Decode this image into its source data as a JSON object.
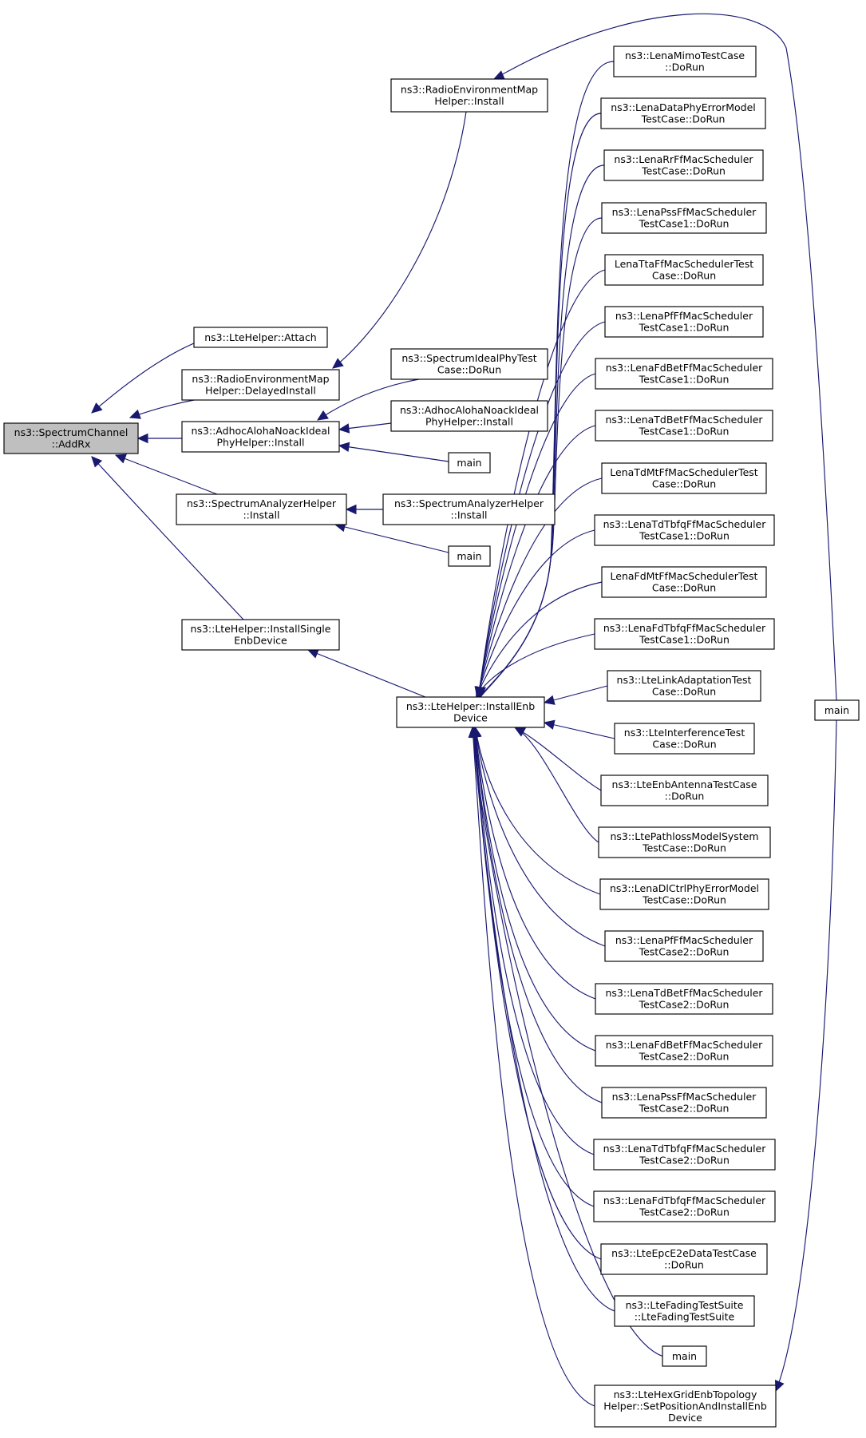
{
  "graph": {
    "edge_color": "#191970",
    "root_fill": "#bfbfbf",
    "nodes": [
      {
        "id": "addrx",
        "lines": [
          "ns3::SpectrumChannel",
          "::AddRx"
        ],
        "root": true
      },
      {
        "id": "attach",
        "lines": [
          "ns3::LteHelper::Attach"
        ]
      },
      {
        "id": "rem_delayed",
        "lines": [
          "ns3::RadioEnvironmentMap",
          "Helper::DelayedInstall"
        ]
      },
      {
        "id": "aloha_install",
        "lines": [
          "ns3::AdhocAlohaNoackIdeal",
          "PhyHelper::Install"
        ]
      },
      {
        "id": "sa_install",
        "lines": [
          "ns3::SpectrumAnalyzerHelper",
          "::Install"
        ]
      },
      {
        "id": "install_single",
        "lines": [
          "ns3::LteHelper::InstallSingle",
          "EnbDevice"
        ]
      },
      {
        "id": "rem_install",
        "lines": [
          "ns3::RadioEnvironmentMap",
          "Helper::Install"
        ]
      },
      {
        "id": "sip_dorun",
        "lines": [
          "ns3::SpectrumIdealPhyTest",
          "Case::DoRun"
        ]
      },
      {
        "id": "aloha_install2",
        "lines": [
          "ns3::AdhocAlohaNoackIdeal",
          "PhyHelper::Install"
        ]
      },
      {
        "id": "main_a",
        "lines": [
          "main"
        ]
      },
      {
        "id": "sa_install2",
        "lines": [
          "ns3::SpectrumAnalyzerHelper",
          "::Install"
        ]
      },
      {
        "id": "main_b",
        "lines": [
          "main"
        ]
      },
      {
        "id": "install_enb",
        "lines": [
          "ns3::LteHelper::InstallEnb",
          "Device"
        ]
      },
      {
        "id": "c1",
        "lines": [
          "ns3::LenaMimoTestCase",
          "::DoRun"
        ]
      },
      {
        "id": "c2",
        "lines": [
          "ns3::LenaDataPhyErrorModel",
          "TestCase::DoRun"
        ]
      },
      {
        "id": "c3",
        "lines": [
          "ns3::LenaRrFfMacScheduler",
          "TestCase::DoRun"
        ]
      },
      {
        "id": "c4",
        "lines": [
          "ns3::LenaPssFfMacScheduler",
          "TestCase1::DoRun"
        ]
      },
      {
        "id": "c5",
        "lines": [
          "LenaTtaFfMacSchedulerTest",
          "Case::DoRun"
        ]
      },
      {
        "id": "c6",
        "lines": [
          "ns3::LenaPfFfMacScheduler",
          "TestCase1::DoRun"
        ]
      },
      {
        "id": "c7",
        "lines": [
          "ns3::LenaFdBetFfMacScheduler",
          "TestCase1::DoRun"
        ]
      },
      {
        "id": "c8",
        "lines": [
          "ns3::LenaTdBetFfMacScheduler",
          "TestCase1::DoRun"
        ]
      },
      {
        "id": "c9",
        "lines": [
          "LenaTdMtFfMacSchedulerTest",
          "Case::DoRun"
        ]
      },
      {
        "id": "c10",
        "lines": [
          "ns3::LenaTdTbfqFfMacScheduler",
          "TestCase1::DoRun"
        ]
      },
      {
        "id": "c11",
        "lines": [
          "LenaFdMtFfMacSchedulerTest",
          "Case::DoRun"
        ]
      },
      {
        "id": "c12",
        "lines": [
          "ns3::LenaFdTbfqFfMacScheduler",
          "TestCase1::DoRun"
        ]
      },
      {
        "id": "c13",
        "lines": [
          "ns3::LteLinkAdaptationTest",
          "Case::DoRun"
        ]
      },
      {
        "id": "c14",
        "lines": [
          "ns3::LteInterferenceTest",
          "Case::DoRun"
        ]
      },
      {
        "id": "c15",
        "lines": [
          "ns3::LteEnbAntennaTestCase",
          "::DoRun"
        ]
      },
      {
        "id": "c16",
        "lines": [
          "ns3::LtePathlossModelSystem",
          "TestCase::DoRun"
        ]
      },
      {
        "id": "c17",
        "lines": [
          "ns3::LenaDlCtrlPhyErrorModel",
          "TestCase::DoRun"
        ]
      },
      {
        "id": "c18",
        "lines": [
          "ns3::LenaPfFfMacScheduler",
          "TestCase2::DoRun"
        ]
      },
      {
        "id": "c19",
        "lines": [
          "ns3::LenaTdBetFfMacScheduler",
          "TestCase2::DoRun"
        ]
      },
      {
        "id": "c20",
        "lines": [
          "ns3::LenaFdBetFfMacScheduler",
          "TestCase2::DoRun"
        ]
      },
      {
        "id": "c21",
        "lines": [
          "ns3::LenaPssFfMacScheduler",
          "TestCase2::DoRun"
        ]
      },
      {
        "id": "c22",
        "lines": [
          "ns3::LenaTdTbfqFfMacScheduler",
          "TestCase2::DoRun"
        ]
      },
      {
        "id": "c23",
        "lines": [
          "ns3::LenaFdTbfqFfMacScheduler",
          "TestCase2::DoRun"
        ]
      },
      {
        "id": "c24",
        "lines": [
          "ns3::LteEpcE2eDataTestCase",
          "::DoRun"
        ]
      },
      {
        "id": "c25",
        "lines": [
          "ns3::LteFadingTestSuite",
          "::LteFadingTestSuite"
        ]
      },
      {
        "id": "main_c",
        "lines": [
          "main"
        ]
      },
      {
        "id": "hexgrid",
        "lines": [
          "ns3::LteHexGridEnbTopology",
          "Helper::SetPositionAndInstallEnb",
          "Device"
        ]
      },
      {
        "id": "main_d",
        "lines": [
          "main"
        ]
      }
    ],
    "edges": [
      {
        "from": "attach",
        "to": "addrx"
      },
      {
        "from": "rem_delayed",
        "to": "addrx"
      },
      {
        "from": "aloha_install",
        "to": "addrx"
      },
      {
        "from": "sa_install",
        "to": "addrx"
      },
      {
        "from": "install_single",
        "to": "addrx"
      },
      {
        "from": "rem_install",
        "to": "rem_delayed"
      },
      {
        "from": "sip_dorun",
        "to": "aloha_install"
      },
      {
        "from": "aloha_install2",
        "to": "aloha_install"
      },
      {
        "from": "main_a",
        "to": "aloha_install"
      },
      {
        "from": "sa_install2",
        "to": "sa_install"
      },
      {
        "from": "main_b",
        "to": "sa_install"
      },
      {
        "from": "install_enb",
        "to": "install_single"
      },
      {
        "from": "c1",
        "to": "install_enb"
      },
      {
        "from": "c2",
        "to": "install_enb"
      },
      {
        "from": "c3",
        "to": "install_enb"
      },
      {
        "from": "c4",
        "to": "install_enb"
      },
      {
        "from": "c5",
        "to": "install_enb"
      },
      {
        "from": "c6",
        "to": "install_enb"
      },
      {
        "from": "c7",
        "to": "install_enb"
      },
      {
        "from": "c8",
        "to": "install_enb"
      },
      {
        "from": "c9",
        "to": "install_enb"
      },
      {
        "from": "c10",
        "to": "install_enb"
      },
      {
        "from": "c11",
        "to": "install_enb"
      },
      {
        "from": "c12",
        "to": "install_enb"
      },
      {
        "from": "c13",
        "to": "install_enb"
      },
      {
        "from": "c14",
        "to": "install_enb"
      },
      {
        "from": "c15",
        "to": "install_enb"
      },
      {
        "from": "c16",
        "to": "install_enb"
      },
      {
        "from": "c17",
        "to": "install_enb"
      },
      {
        "from": "c18",
        "to": "install_enb"
      },
      {
        "from": "c19",
        "to": "install_enb"
      },
      {
        "from": "c20",
        "to": "install_enb"
      },
      {
        "from": "c21",
        "to": "install_enb"
      },
      {
        "from": "c22",
        "to": "install_enb"
      },
      {
        "from": "c23",
        "to": "install_enb"
      },
      {
        "from": "c24",
        "to": "install_enb"
      },
      {
        "from": "c25",
        "to": "install_enb"
      },
      {
        "from": "main_c",
        "to": "install_enb"
      },
      {
        "from": "hexgrid",
        "to": "install_enb"
      },
      {
        "from": "main_d",
        "to": "hexgrid"
      },
      {
        "from": "main_d",
        "to": "rem_install"
      }
    ]
  }
}
